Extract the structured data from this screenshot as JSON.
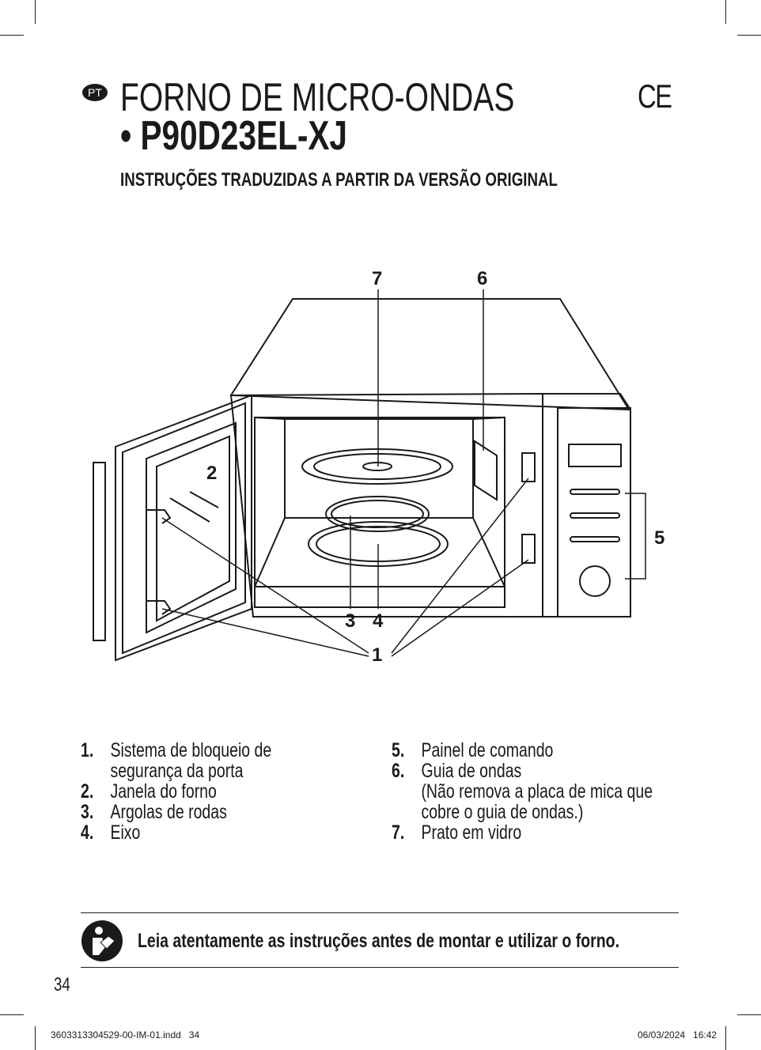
{
  "header": {
    "language_badge": "PT",
    "title_line1": "FORNO DE MICRO-ONDAS",
    "title_line2": "• P90D23EL-XJ",
    "subtitle": "INSTRUÇÕES TRADUZIDAS A PARTIR DA VERSÃO ORIGINAL",
    "ce_mark": "CE"
  },
  "diagram": {
    "callouts": [
      "1",
      "2",
      "3",
      "4",
      "5",
      "6",
      "7"
    ]
  },
  "parts": {
    "left": [
      {
        "num": "1.",
        "lines": [
          "Sistema de bloqueio de",
          "segurança da porta"
        ]
      },
      {
        "num": "2.",
        "lines": [
          "Janela do forno"
        ]
      },
      {
        "num": "3.",
        "lines": [
          "Argolas de rodas"
        ]
      },
      {
        "num": "4.",
        "lines": [
          "Eixo"
        ]
      }
    ],
    "right": [
      {
        "num": "5.",
        "lines": [
          "Painel de comando"
        ]
      },
      {
        "num": "6.",
        "lines": [
          "Guia de ondas",
          "(Não remova a placa de mica que",
          "cobre o guia de ondas.)"
        ]
      },
      {
        "num": "7.",
        "lines": [
          "Prato em vidro"
        ]
      }
    ]
  },
  "footer": {
    "note": "Leia atentamente as instruções antes de montar e utilizar o forno.",
    "page_number": "34",
    "slug_file": "3603313304529-00-IM-01.indd   34",
    "slug_date": "06/03/2024   16:42"
  }
}
